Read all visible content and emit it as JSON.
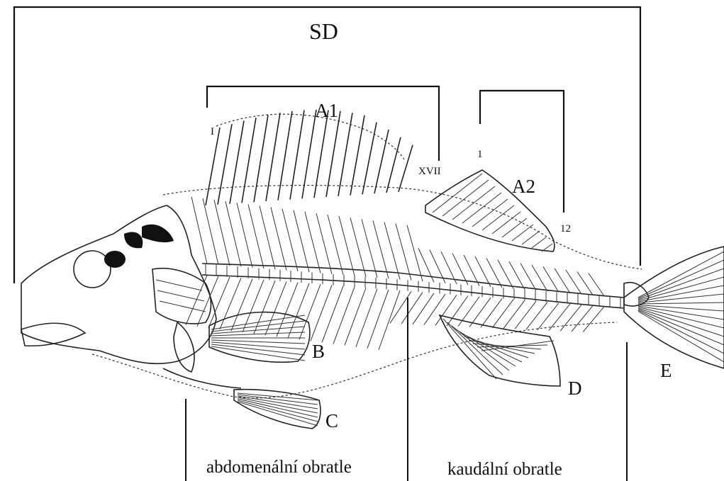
{
  "labels": {
    "sd": "SD",
    "a1": "A1",
    "a1_first": "I",
    "a1_last": "XVII",
    "a2": "A2",
    "a2_first": "1",
    "a2_last": "12",
    "b": "B",
    "c": "C",
    "d": "D",
    "e": "E",
    "abdominal": "abdomenální obratle",
    "caudal": "kaudální obratle"
  },
  "counts": {
    "a1_spines": 17,
    "a2_rays": 12
  }
}
